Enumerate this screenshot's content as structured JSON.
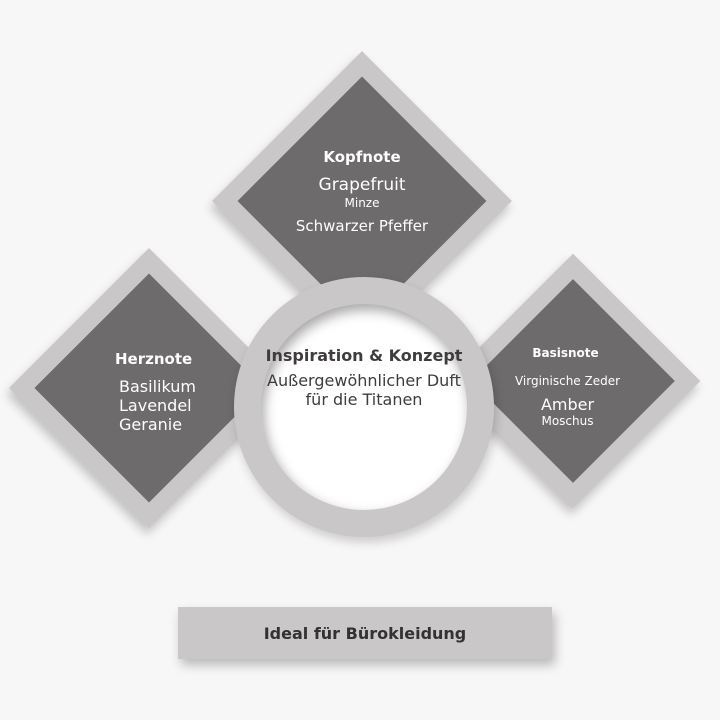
{
  "top": {
    "title": "Kopfnote",
    "items": [
      "Grapefruit",
      "Minze",
      "Schwarzer Pfeffer"
    ]
  },
  "left": {
    "title": "Herznote",
    "items": [
      "Basilikum",
      "Lavendel",
      "Geranie"
    ]
  },
  "right": {
    "title": "Basisnote",
    "items": [
      "Virginische Zeder",
      "Amber",
      "Moschus"
    ]
  },
  "center": {
    "title": "Inspiration & Konzept",
    "line1": "Außergewöhnlicher Duft",
    "line2": "für die Titanen"
  },
  "footer": {
    "text": "Ideal für Bürokleidung"
  },
  "colors": {
    "frame": "#c9c7c8",
    "fill": "#6d6b6c",
    "background": "#f7f7f7"
  }
}
